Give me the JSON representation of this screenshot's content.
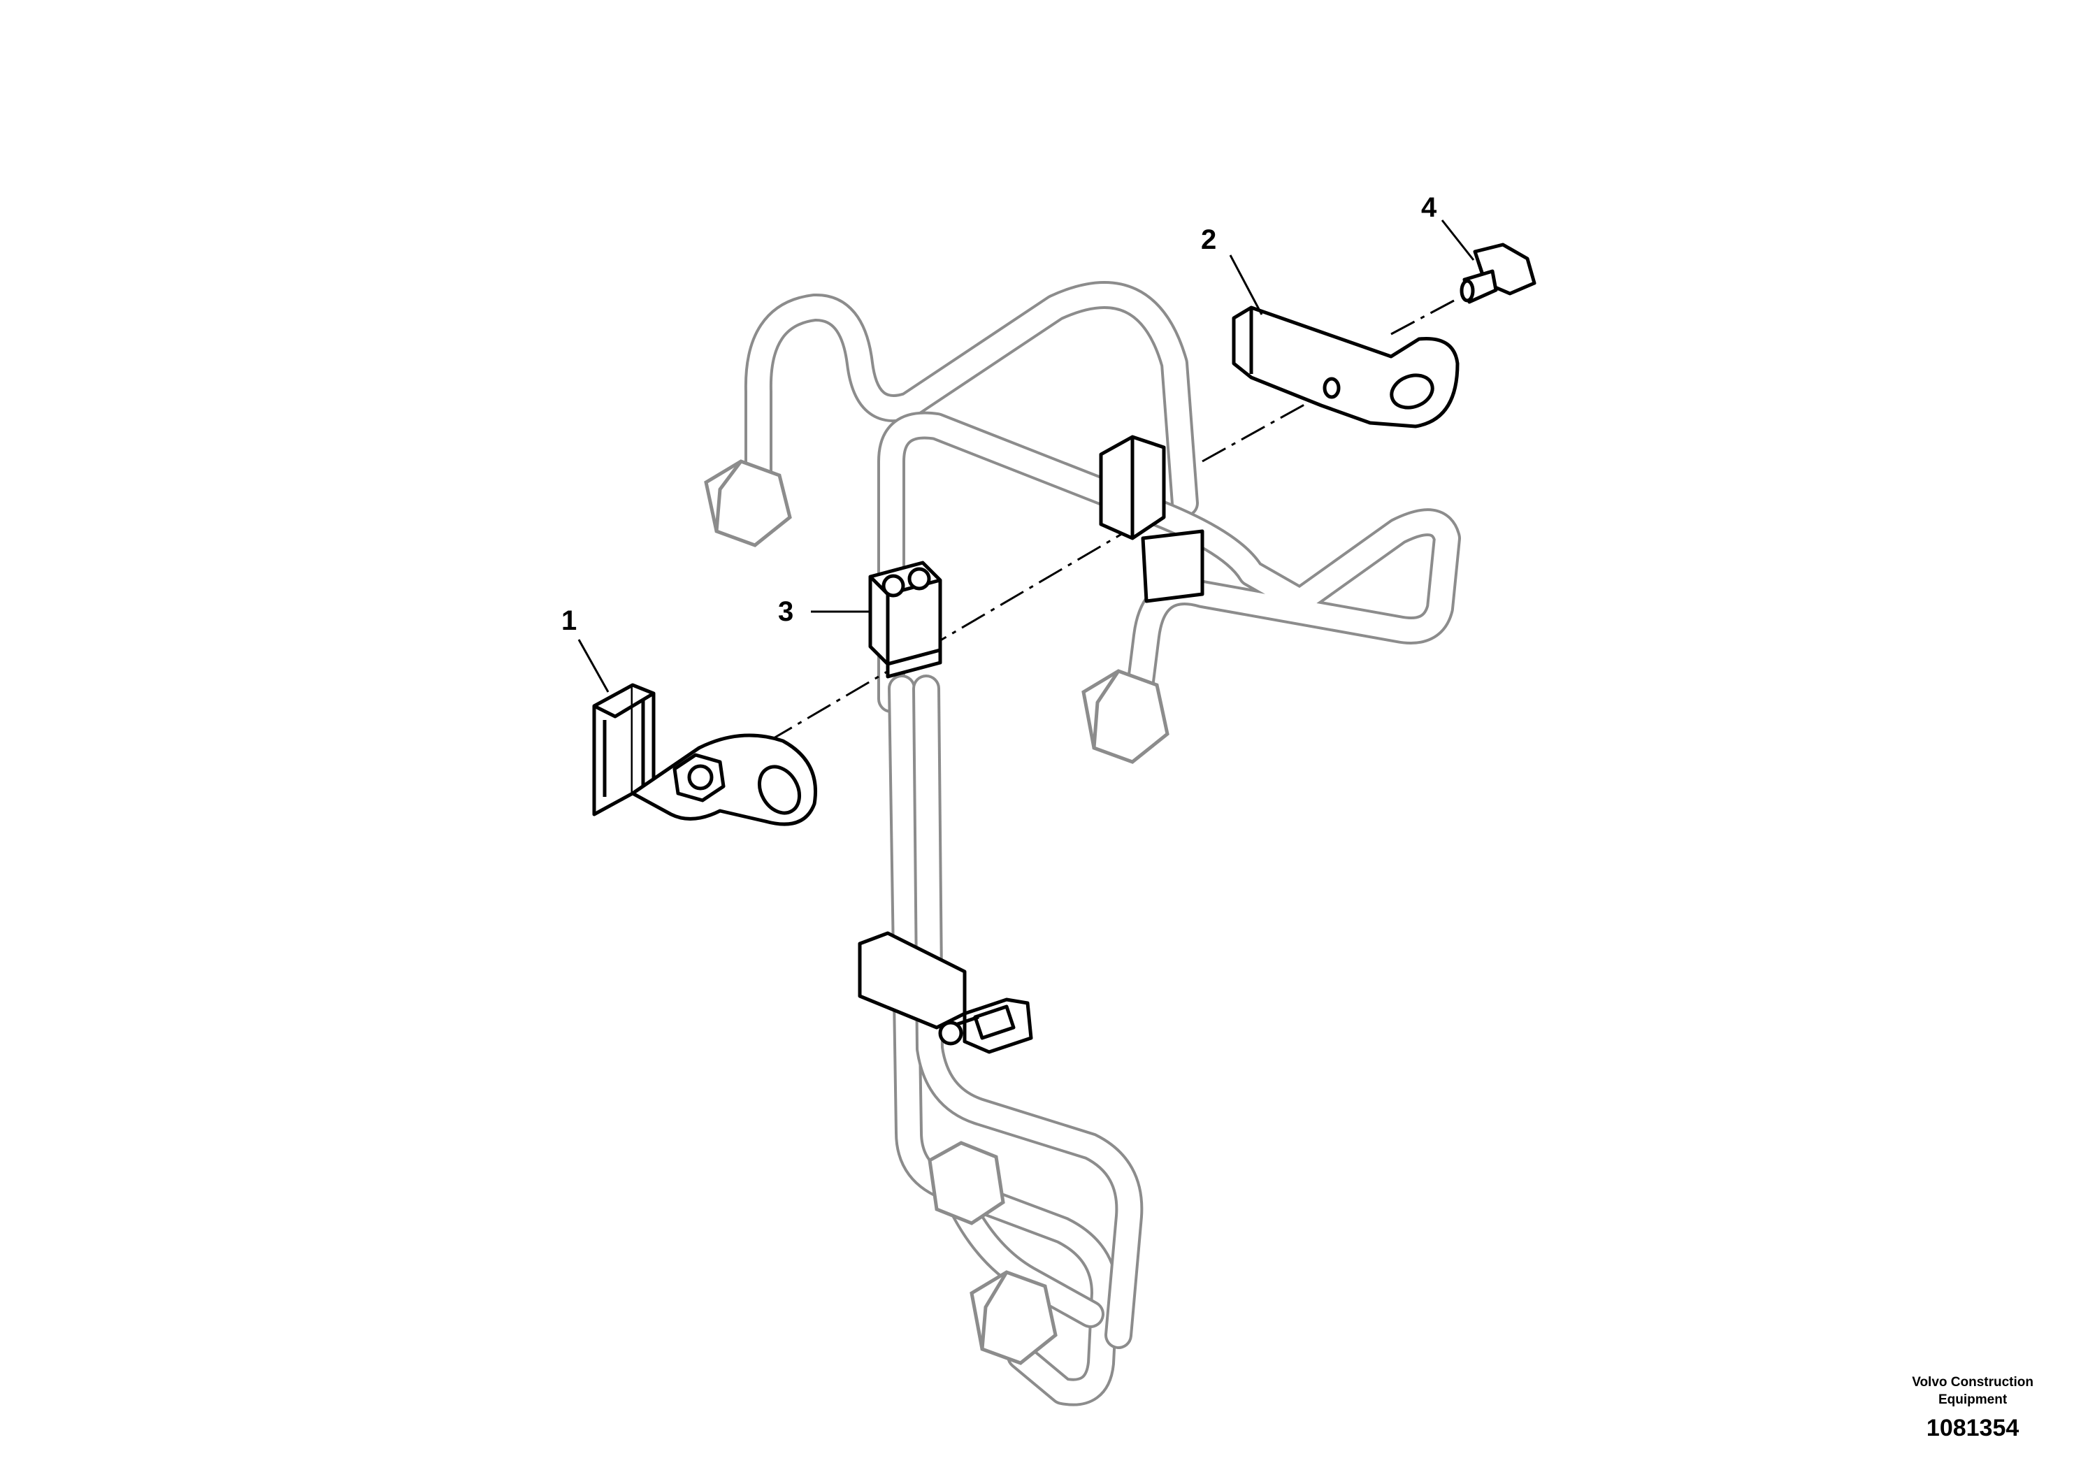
{
  "callouts": {
    "c1": "1",
    "c2": "2",
    "c3": "3",
    "c4": "4"
  },
  "footer": {
    "brand_line1": "Volvo Construction",
    "brand_line2": "Equipment",
    "reference_number": "1081354"
  },
  "colors": {
    "ink": "#000000",
    "paper": "#ffffff",
    "pipe_outline": "#8c8c8c"
  }
}
